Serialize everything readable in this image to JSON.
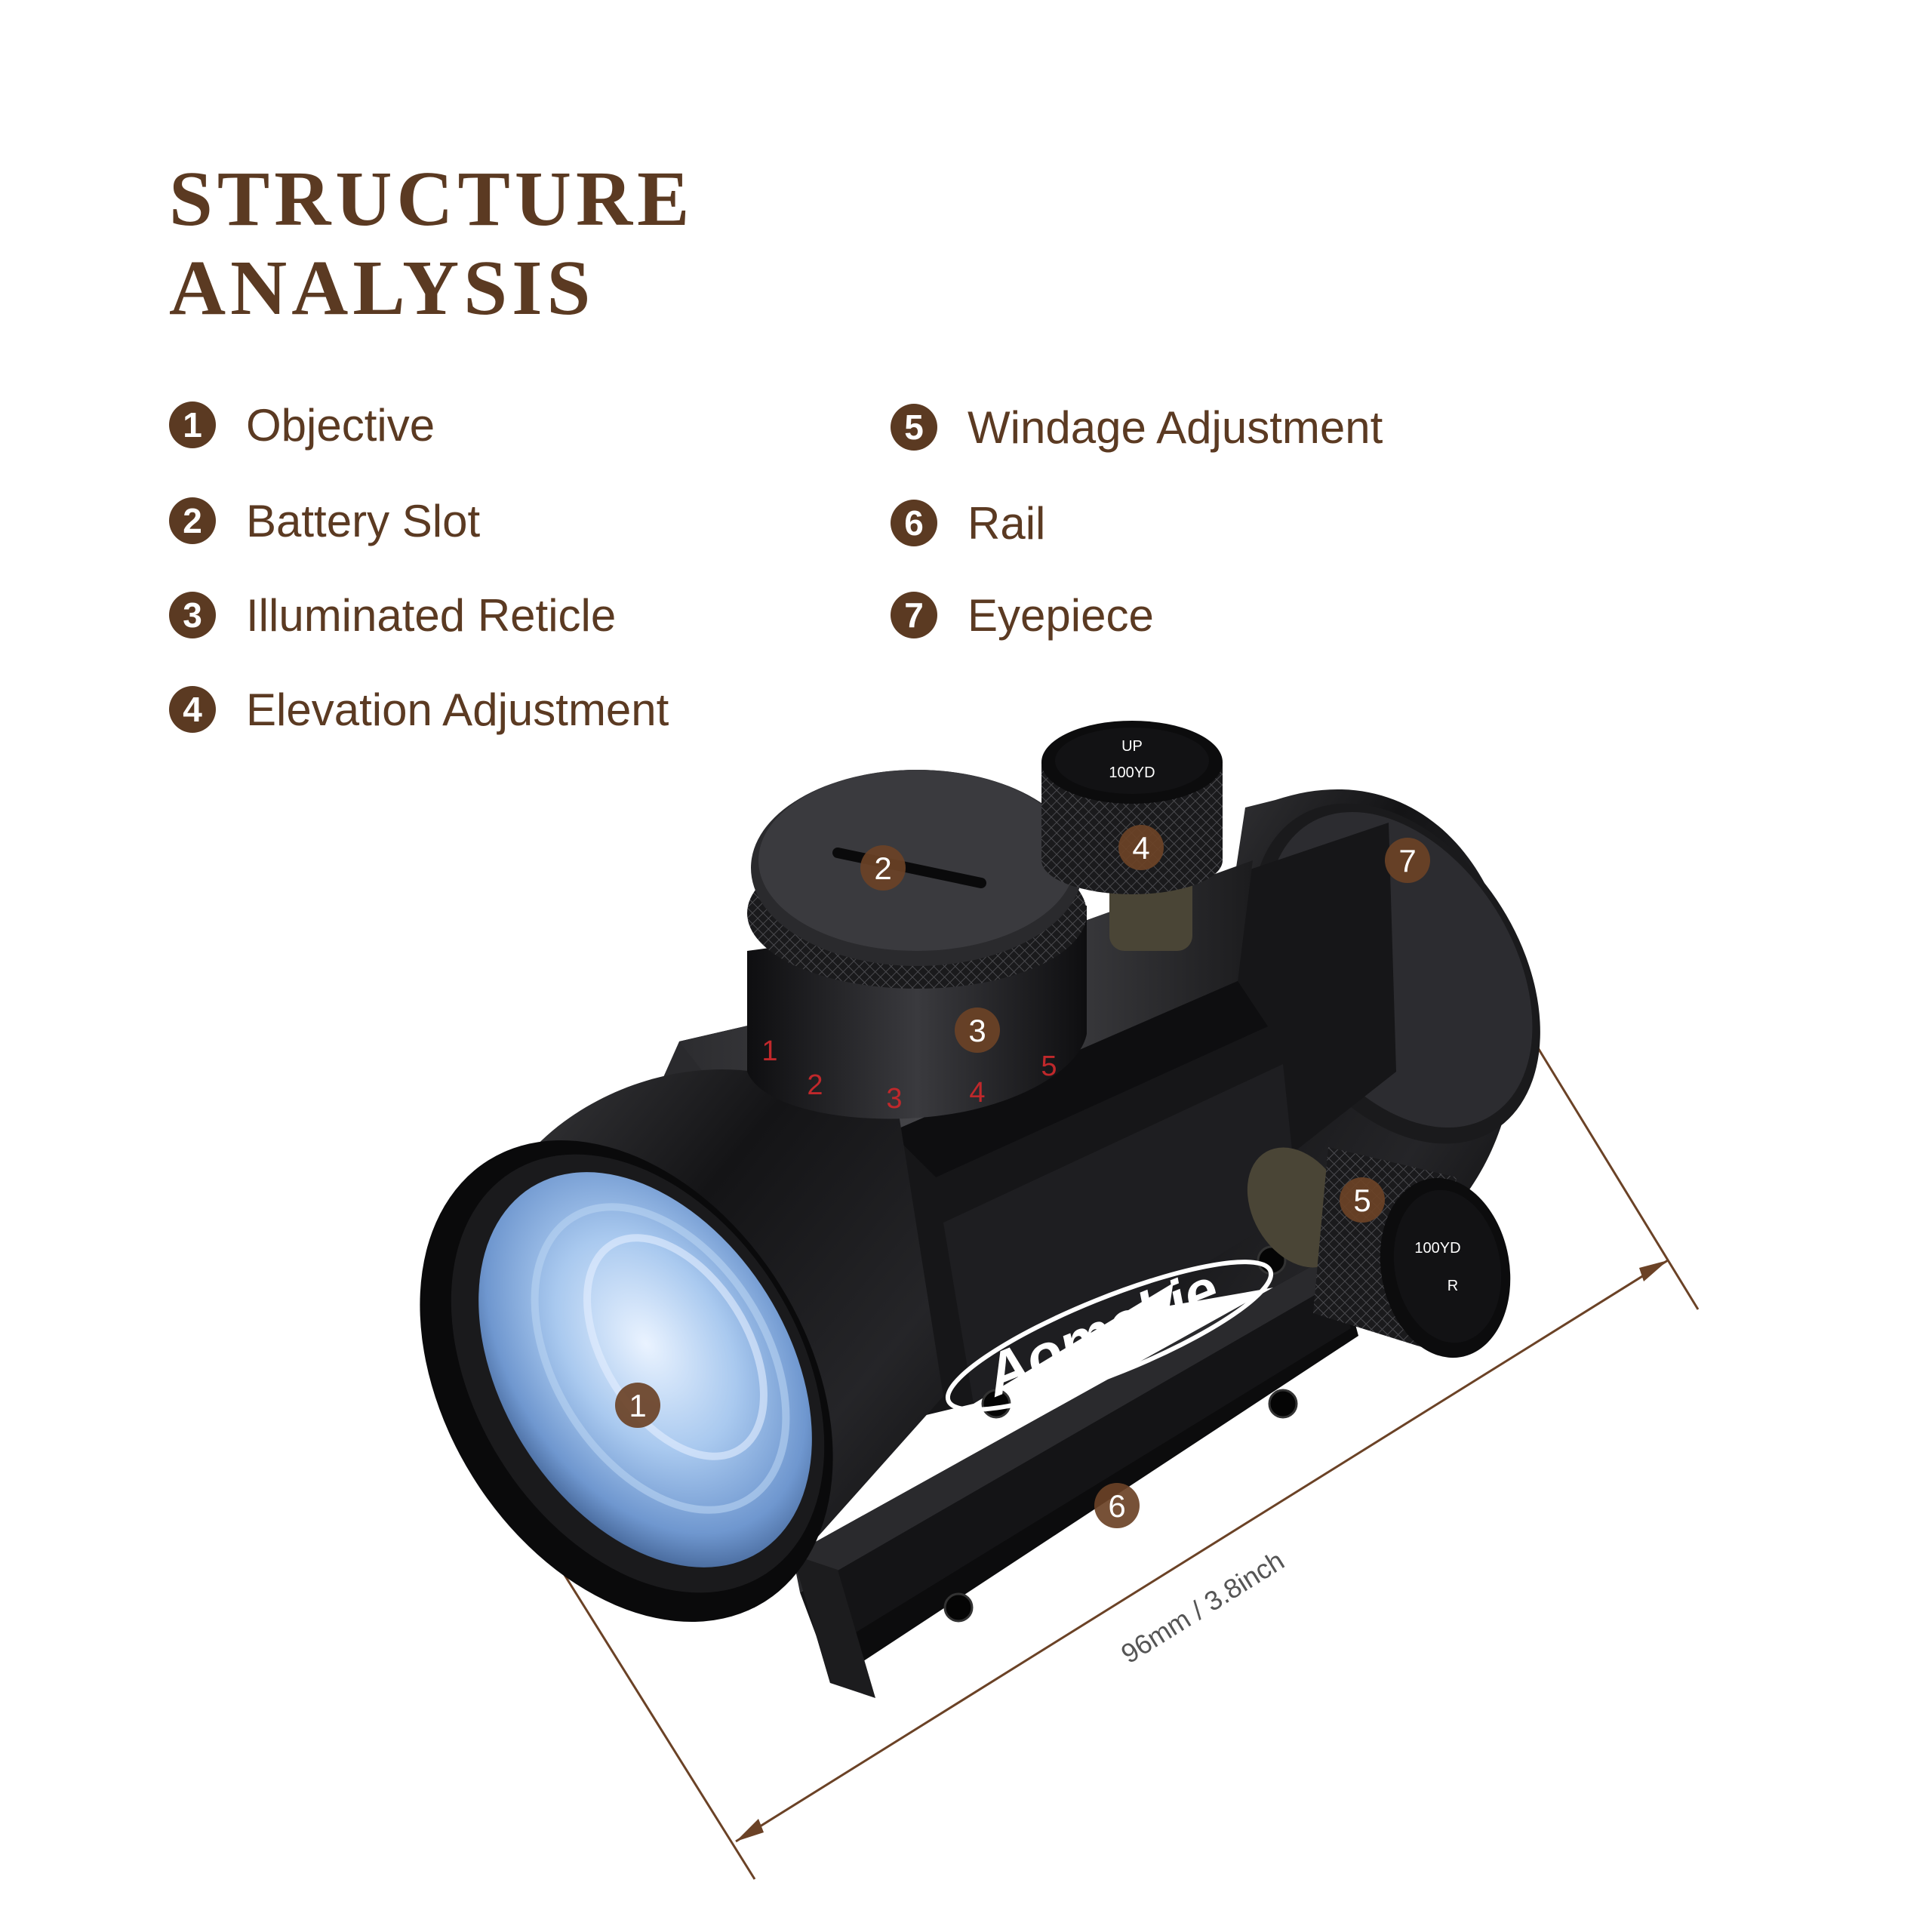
{
  "title": {
    "line1": "STRUCTURE",
    "line2": "ANALYSIS"
  },
  "legend": [
    {
      "number": "1",
      "label": "Objective"
    },
    {
      "number": "2",
      "label": "Battery Slot"
    },
    {
      "number": "3",
      "label": "Illuminated Reticle"
    },
    {
      "number": "4",
      "label": "Elevation Adjustment"
    },
    {
      "number": "5",
      "label": "Windage Adjustment"
    },
    {
      "number": "6",
      "label": "Rail"
    },
    {
      "number": "7",
      "label": "Eyepiece"
    }
  ],
  "brand": "Aomekie",
  "dimension_label": "96mm / 3.8inch",
  "knob_text": {
    "elevation_unit": "100YD",
    "elevation_dir": "UP",
    "windage_unit": "100YD",
    "windage_dir": "R"
  },
  "dial_numbers": [
    "1",
    "2",
    "3",
    "4",
    "5"
  ],
  "colors": {
    "accent": "#5b3a22",
    "lens": "#8fb7e6",
    "body": "#1c1c1e",
    "dial_numbers": "#c0282b"
  }
}
